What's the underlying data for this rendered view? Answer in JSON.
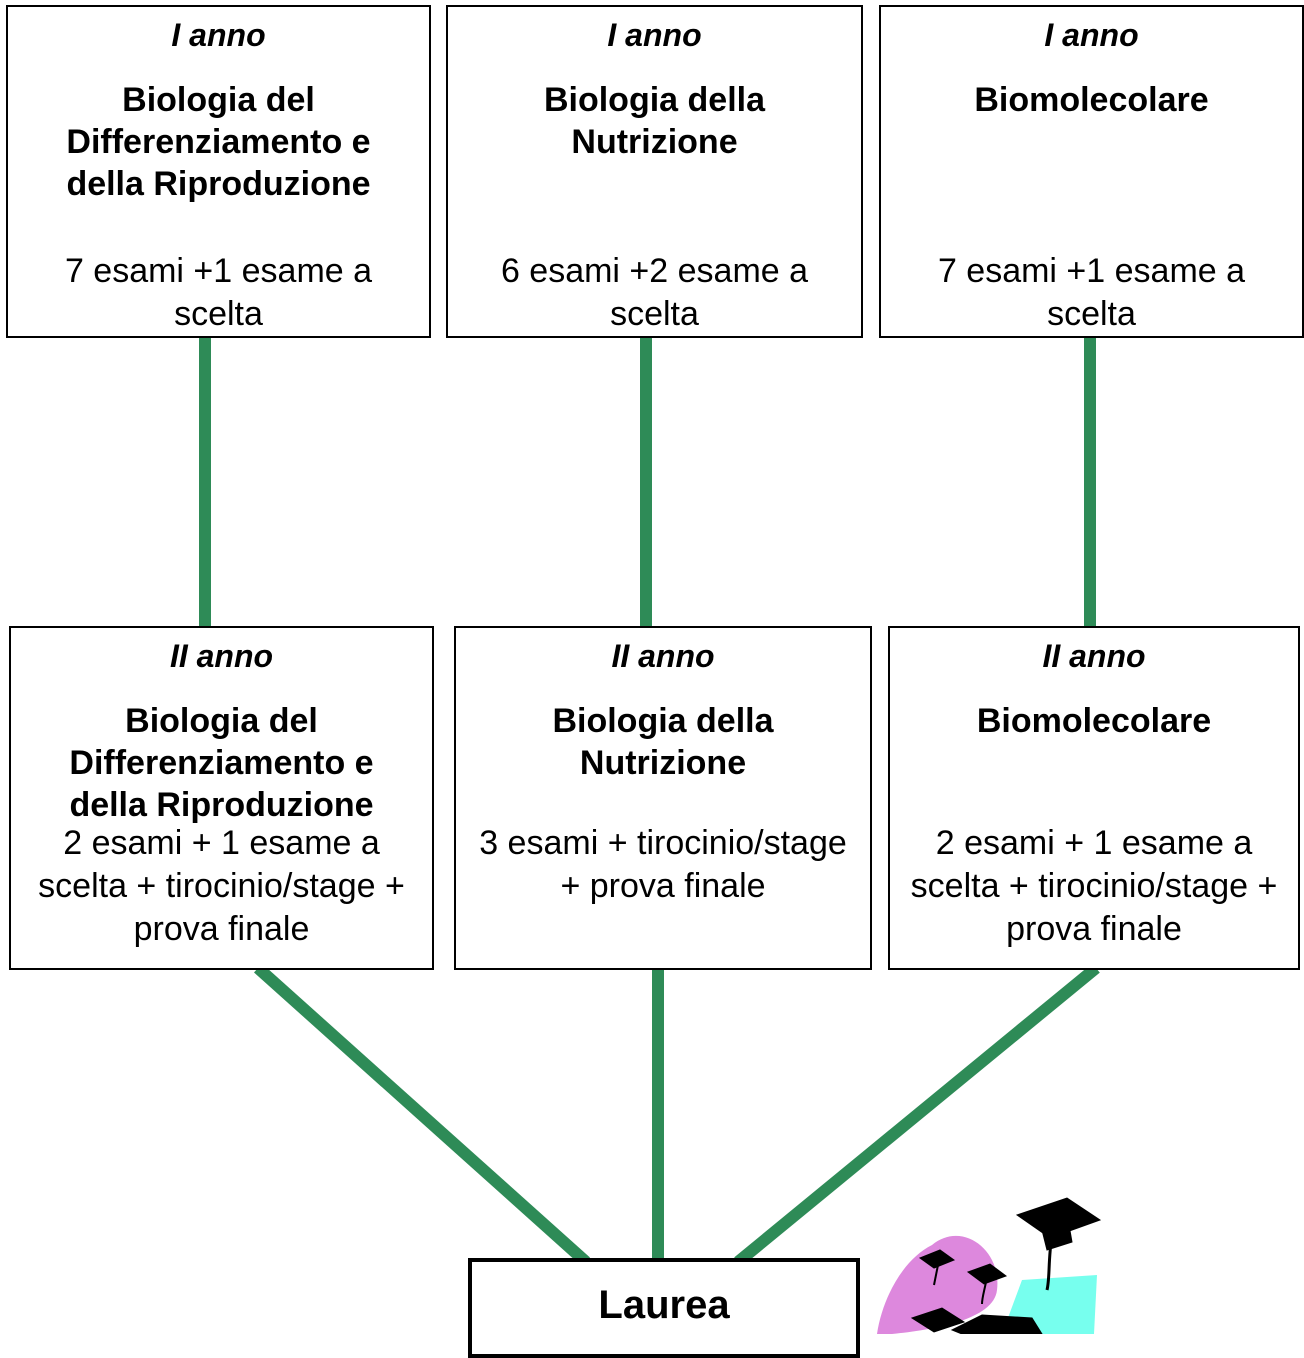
{
  "colors": {
    "connector": "#2e8b57",
    "border": "#000000",
    "cap": "#000000",
    "blob_pink": "#dd88dd",
    "blob_cyan": "#77ffee"
  },
  "first_year": [
    {
      "year": "I anno",
      "course": "Biologia del\nDifferenziamento e\ndella Riproduzione",
      "exams": "7 esami +1 esame a\nscelta"
    },
    {
      "year": "I anno",
      "course": "Biologia della\nNutrizione",
      "exams": "6 esami +2 esame a\nscelta"
    },
    {
      "year": "I anno",
      "course": "Biomolecolare",
      "exams": "7 esami +1 esame a\nscelta"
    }
  ],
  "second_year": [
    {
      "year": "II anno",
      "course": "Biologia del\nDifferenziamento e\ndella Riproduzione",
      "exams": "2 esami + 1 esame a\nscelta + tirocinio/stage +\nprova finale"
    },
    {
      "year": "II anno",
      "course": "Biologia della\nNutrizione",
      "exams": "3 esami + tirocinio/stage\n+ prova finale"
    },
    {
      "year": "II anno",
      "course": "Biomolecolare",
      "exams": "2 esami + 1 esame a\nscelta + tirocinio/stage +\nprova finale"
    }
  ],
  "final": {
    "label": "Laurea"
  },
  "clipart": {
    "icon": "graduation-caps-icon"
  }
}
